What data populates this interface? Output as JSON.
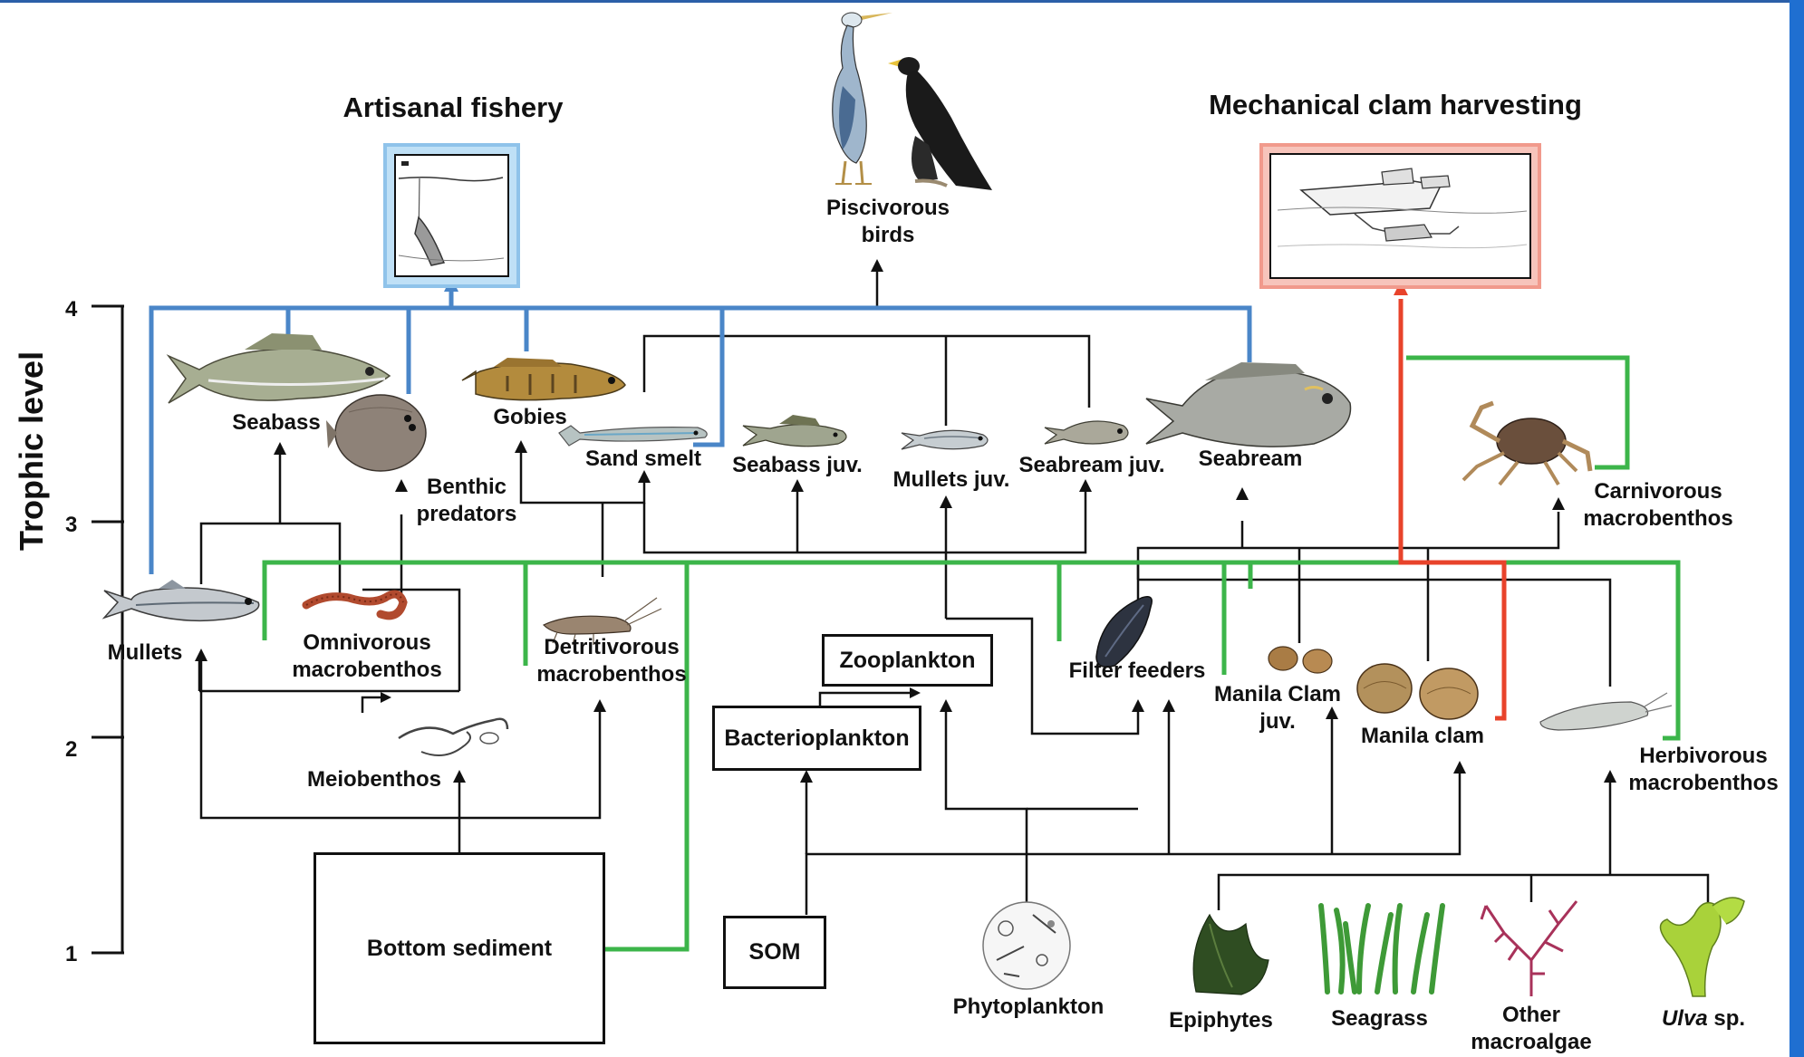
{
  "colors": {
    "fishery": "#4a86c8",
    "harvest": "#e8432b",
    "plants": "#3cb54a",
    "links": "#111111",
    "fishery_frame": "#8fc3ea",
    "harvest_frame": "#f19a8c"
  },
  "axis": {
    "title": "Trophic level",
    "ticks": [
      "1",
      "2",
      "3",
      "4"
    ]
  },
  "titles": {
    "fishery": "Artisanal fishery",
    "harvest": "Mechanical clam harvesting"
  },
  "nodes": {
    "birds": "Piscivorous\nbirds",
    "seabass": "Seabass",
    "benthic_predators": "Benthic\npredators",
    "gobies": "Gobies",
    "sand_smelt": "Sand smelt",
    "seabass_juv": "Seabass juv.",
    "mullets_juv": "Mullets juv.",
    "seabream_juv": "Seabream juv.",
    "seabream": "Seabream",
    "carnivorous": "Carnivorous\nmacrobenthos",
    "mullets": "Mullets",
    "omnivorous": "Omnivorous\nmacrobenthos",
    "detritivorous": "Detritivorous\nmacrobenthos",
    "zooplankton": "Zooplankton",
    "filter_feeders": "Filter feeders",
    "manila_juv": "Manila Clam\njuv.",
    "manila": "Manila clam",
    "herbivorous": "Herbivorous\nmacrobenthos",
    "bacterioplankton": "Bacterioplankton",
    "meiobenthos": "Meiobenthos",
    "bottom_sediment": "Bottom sediment",
    "som": "SOM",
    "phytoplankton": "Phytoplankton",
    "epiphytes": "Epiphytes",
    "seagrass": "Seagrass",
    "other_macroalgae": "Other\nmacroalgae",
    "ulva_italic": "Ulva",
    "ulva_rest": " sp."
  },
  "icons": [
    "heron-icon",
    "cormorant-icon",
    "fishing-net-sketch",
    "clam-harvester-sketch",
    "seabass-fish-icon",
    "flounder-icon",
    "goby-icon",
    "sand-smelt-icon",
    "seabass-juv-icon",
    "mullet-juv-icon",
    "seabream-juv-icon",
    "seabream-icon",
    "crab-icon",
    "mullet-icon",
    "polychaete-worm-icon",
    "shrimp-icon",
    "mussel-icon",
    "small-clam-icon",
    "manila-clam-icon",
    "amphipod-icon",
    "meiobenthos-icon",
    "phytoplankton-icon",
    "epiphyte-icon",
    "seagrass-icon",
    "red-macroalgae-icon",
    "ulva-icon"
  ]
}
